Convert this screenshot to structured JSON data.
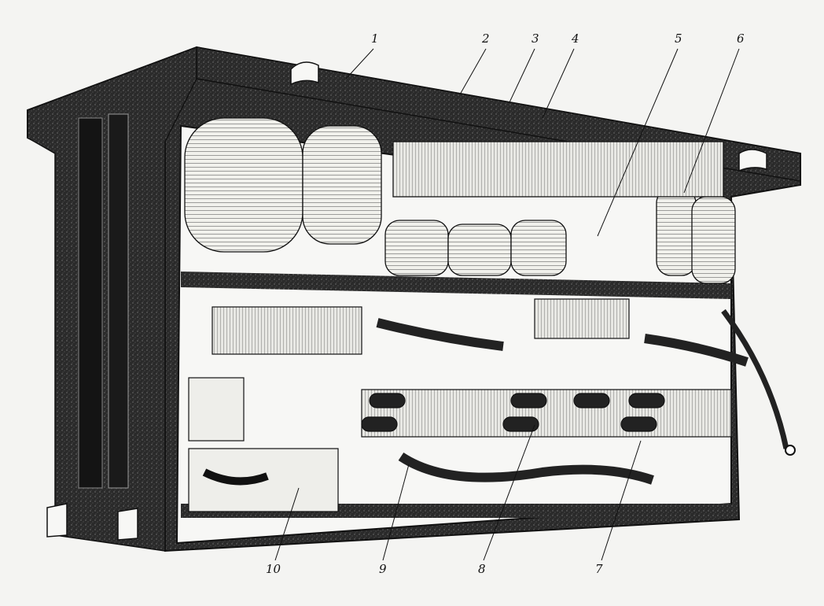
{
  "colors": {
    "background": "#f4f4f2",
    "ink": "#111111",
    "shadow": "#2a2a2a",
    "paper": "#f7f7f5"
  },
  "callouts": [
    {
      "label": "1"
    },
    {
      "label": "2"
    },
    {
      "label": "3"
    },
    {
      "label": "4"
    },
    {
      "label": "5"
    },
    {
      "label": "6"
    },
    {
      "label": "7"
    },
    {
      "label": "8"
    },
    {
      "label": "9"
    },
    {
      "label": "10"
    }
  ]
}
